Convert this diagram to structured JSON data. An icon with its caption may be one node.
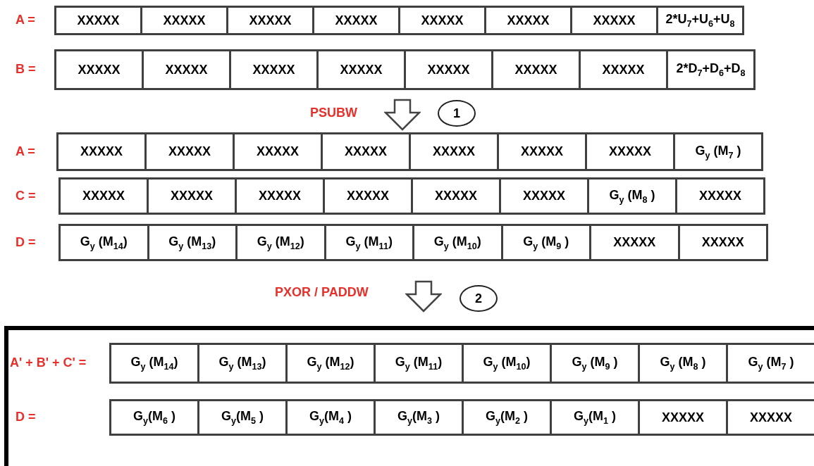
{
  "diagram": {
    "labels": [
      "A =",
      "XXXXX",
      "XXXXX",
      "XXXXX",
      "XXXXX",
      "XXXXX",
      "XXXXX",
      "XXXXX",
      "2*U$_{7}$+U$_{6}$+U$_{8}$",
      "B =",
      "XXXXX",
      "XXXXX",
      "XXXXX",
      "XXXXX",
      "XXXXX",
      "XXXXX",
      "XXXXX",
      "2*D$_{7}$+D$_{6}$+D$_{8}$",
      "PSUBW",
      "1",
      "A =",
      "XXXXX",
      "XXXXX",
      "XXXXX",
      "XXXXX",
      "XXXXX",
      "XXXXX",
      "XXXXX",
      "G$_{y}$ (M$_{7}$ )",
      "C =",
      "XXXXX",
      "XXXXX",
      "XXXXX",
      "XXXXX",
      "XXXXX",
      "XXXXX",
      "G$_{y}$ (M$_{8}$ )",
      "XXXXX",
      "D =",
      "G$_{y}$ (M$_{14}$)",
      "G$_{y}$ (M$_{13}$)",
      "G$_{y}$ (M$_{12}$)",
      "G$_{y}$ (M$_{11}$)",
      "G$_{y}$ (M$_{10}$)",
      "G$_{y}$ (M$_{9}$ )",
      "XXXXX",
      "XXXXX",
      "PXOR / PADDW",
      "2",
      "A' + B' + C' =",
      "G$_{y}$ (M$_{14}$)",
      "G$_{y}$ (M$_{13}$)",
      "G$_{y}$ (M$_{12}$)",
      "G$_{y}$ (M$_{11}$)",
      "G$_{y}$ (M$_{10}$)",
      "G$_{y}$ (M$_{9}$ )",
      "G$_{y}$ (M$_{8}$ )",
      "G$_{y}$ (M$_{7}$ )",
      "D =",
      "G$_{y}$(M$_{6}$ )",
      "G$_{y}$(M$_{5}$ )",
      "G$_{y}$(M$_{4}$ )",
      "G$_{y}$(M$_{3}$ )",
      "G$_{y}$(M$_{2}$ )",
      "G$_{y}$(M$_{1}$ )",
      "XXXXX",
      "XXXXX"
    ]
  }
}
